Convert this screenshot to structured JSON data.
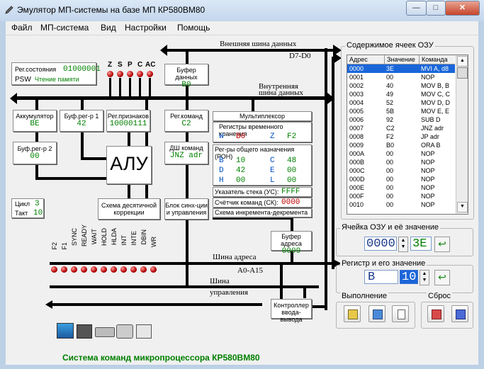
{
  "window": {
    "title": "Эмулятор МП-системы на базе МП КР580ВМ80",
    "min": "—",
    "max": "□",
    "close": "✕"
  },
  "menu": [
    "Файл",
    "МП-система",
    "Вид",
    "Настройки",
    "Помощь"
  ],
  "diagram": {
    "status_reg": {
      "label": "Рег.состояния",
      "value": "01000001",
      "psw": "PSW",
      "psw_text": "Чтение памяти"
    },
    "flags": [
      "Z",
      "S",
      "P",
      "C",
      "AC"
    ],
    "data_buffer": {
      "label": "Буфер данных",
      "value": "B0"
    },
    "ext_bus": {
      "name": "Внешняя шина данных",
      "lines": "D7-D0"
    },
    "int_bus": {
      "line1": "Внутренняя",
      "line2": "шина данных"
    },
    "accumulator": {
      "label": "Аккумулятор",
      "value": "BE"
    },
    "buf1": {
      "label": "Буф.рег-р 1",
      "value": "42"
    },
    "flag_reg": {
      "label": "Рег.признаков",
      "value": "10000111"
    },
    "cmd_reg": {
      "label": "Рег.команд",
      "value": "C2"
    },
    "buf2": {
      "label": "Буф.рег-р 2",
      "value": "00"
    },
    "alu": "АЛУ",
    "decoder": {
      "label": "ДШ команд",
      "value": "JNZ adr"
    },
    "mux": "Мультиплексор",
    "temp_regs": {
      "title": "Регистры временного хранения",
      "w_name": "W",
      "w_val": "B0",
      "z_name": "Z",
      "z_val": "F2"
    },
    "gp_regs": {
      "title": "Рег-ры общего назначения (РОН)",
      "b_name": "B",
      "b_val": "10",
      "c_name": "C",
      "c_val": "48",
      "d_name": "D",
      "d_val": "42",
      "e_name": "E",
      "e_val": "00",
      "h_name": "H",
      "h_val": "00",
      "l_name": "L",
      "l_val": "00"
    },
    "sp": {
      "label": "Указатель стека (УС):",
      "value": "FFFF"
    },
    "pc": {
      "label": "Счётчик команд (СК):",
      "value": "0000"
    },
    "incdec": "Схема инкремента-декремента",
    "cycle": {
      "label": "Цикл",
      "value": "3"
    },
    "tact": {
      "label": "Такт",
      "value": "10"
    },
    "dec_corr": {
      "line1": "Схема десятичной",
      "line2": "коррекции"
    },
    "sync": {
      "line1": "Блок синх-ции",
      "line2": "и управления"
    },
    "addr_buf": {
      "label": "Буфер адреса",
      "value": "0009"
    },
    "addr_bus": {
      "name": "Шина адреса",
      "lines": "A0-A15"
    },
    "ctrl_bus": {
      "line1": "Шина",
      "line2": "управления"
    },
    "io": {
      "line1": "Контроллер",
      "line2": "ввода-вывода"
    },
    "signals": [
      "F2",
      "F1",
      "SYNC",
      "READY",
      "WAIT",
      "HOLD",
      "HLDA",
      "INT",
      "INTE",
      "DBIN",
      "WR"
    ]
  },
  "memory": {
    "group_title": "Содержимое ячеек ОЗУ",
    "headers": [
      "Адрес",
      "Значение",
      "Команда"
    ],
    "rows": [
      [
        "0000",
        "3E",
        "MVI A, d8"
      ],
      [
        "0001",
        "00",
        "NOP"
      ],
      [
        "0002",
        "40",
        "MOV B, B"
      ],
      [
        "0003",
        "49",
        "MOV C, C"
      ],
      [
        "0004",
        "52",
        "MOV D, D"
      ],
      [
        "0005",
        "5B",
        "MOV E, E"
      ],
      [
        "0006",
        "92",
        "SUB D"
      ],
      [
        "0007",
        "C2",
        "JNZ adr"
      ],
      [
        "0008",
        "F2",
        "JP adr"
      ],
      [
        "0009",
        "B0",
        "ORA B"
      ],
      [
        "000A",
        "00",
        "NOP"
      ],
      [
        "000B",
        "00",
        "NOP"
      ],
      [
        "000C",
        "00",
        "NOP"
      ],
      [
        "000D",
        "00",
        "NOP"
      ],
      [
        "000E",
        "00",
        "NOP"
      ],
      [
        "000F",
        "00",
        "NOP"
      ],
      [
        "0010",
        "00",
        "NOP"
      ]
    ]
  },
  "cell_editor": {
    "title": "Ячейка ОЗУ и её значение",
    "address": "0000",
    "value": "3E"
  },
  "reg_editor": {
    "title": "Регистр и его значение",
    "register": "B",
    "value": "10"
  },
  "exec_group": {
    "title": "Выполнение"
  },
  "reset_group": {
    "title": "Сброс"
  },
  "status_text": "Система команд микропроцессора КР580ВМ80",
  "colors": {
    "value_green": "#008000",
    "value_red": "#c00000",
    "value_blue": "#0050c0",
    "selection": "#1a66d9"
  }
}
